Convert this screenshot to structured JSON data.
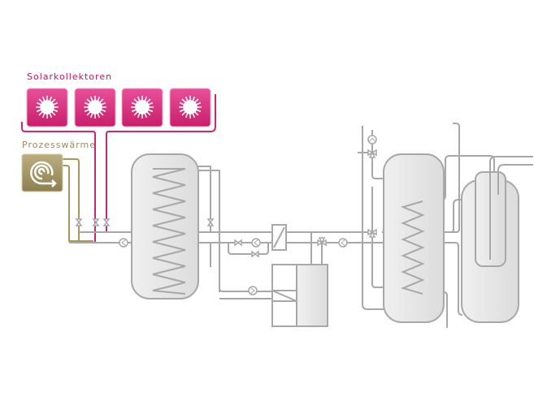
{
  "labels": {
    "solar": "Solarkollektoren",
    "process_heat": "Prozesswärme"
  },
  "components": {
    "solar_collectors": 4,
    "storage_tanks": 3
  },
  "colors": {
    "solar": "#d6317f",
    "process_heat": "#a89860",
    "pipes": "#a8a8a8"
  }
}
